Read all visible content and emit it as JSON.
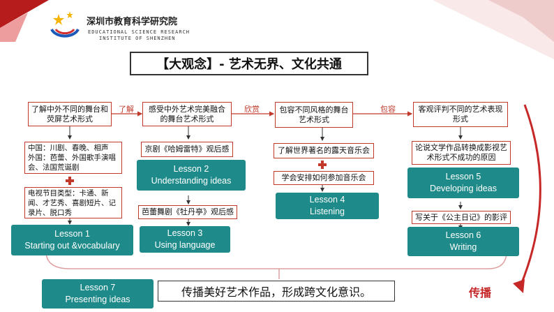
{
  "header": {
    "org_cn": "深圳市教育科学研究院",
    "org_en_1": "EDUCATIONAL SCIENCE RESEARCH",
    "org_en_2": "INSTITUTE OF SHENZHEN"
  },
  "title": "【大观念】- 艺术无界、文化共通",
  "columns": [
    {
      "top": "了解中外不同的舞台和荧屏艺术形式",
      "notes": [
        "中国：川剧、春晚、相声\n外国：芭蕾、外国歌手演唱会、法国荒诞剧",
        "电视节目类型：卡通、新闻、才艺秀、喜剧短片、记录片、脱口秀"
      ],
      "lesson": [
        "Lesson 1",
        "Starting out &vocabulary"
      ]
    },
    {
      "top": "感受中外艺术完美融合的舞台艺术形式",
      "notes": [
        "京剧《哈姆雷特》观后感",
        "芭蕾舞剧《牡丹亭》观后感"
      ],
      "lessons": [
        [
          "Lesson 2",
          "Understanding ideas"
        ],
        [
          "Lesson 3",
          "Using language"
        ]
      ]
    },
    {
      "top": "包容不同风格的舞台艺术形式",
      "notes": [
        "了解世界著名的露天音乐会",
        "学会安排如何参加音乐会"
      ],
      "lesson": [
        "Lesson 4",
        "Listening"
      ]
    },
    {
      "top": "客观评判不同的艺术表现形式",
      "notes": [
        "论说文学作品转换成影视艺术形式不成功的原因",
        "写关于《公主日记》的影评"
      ],
      "lessons": [
        [
          "Lesson 5",
          "Developing ideas"
        ],
        [
          "Lesson 6",
          "Writing"
        ]
      ]
    }
  ],
  "arrows": [
    "了解",
    "欣赏",
    "包容"
  ],
  "bottom": {
    "lesson": [
      "Lesson 7",
      "Presenting ideas"
    ],
    "summary": "传播美好艺术作品，形成跨文化意识。",
    "label": "传播"
  },
  "colors": {
    "accent": "#c0392b",
    "teal": "#1f8a8a"
  }
}
